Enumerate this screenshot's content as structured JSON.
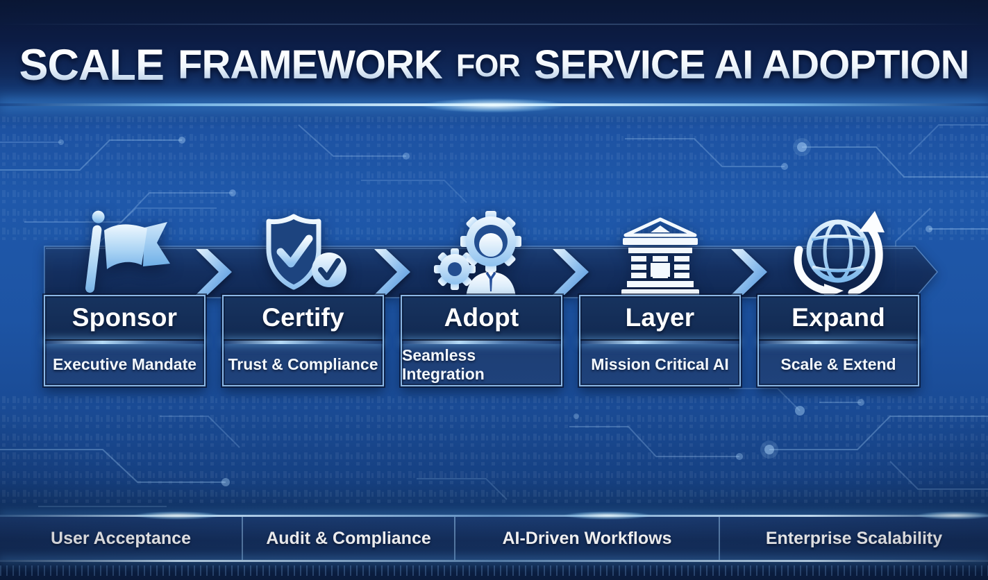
{
  "title": {
    "part1": "SCALE",
    "part2": "FRAMEWORK",
    "part3": "FOR",
    "part4": "SERVICE AI ADOPTION"
  },
  "stages": [
    {
      "name": "Sponsor",
      "subtitle": "Executive Mandate",
      "icon": "flag-icon"
    },
    {
      "name": "Certify",
      "subtitle": "Trust & Compliance",
      "icon": "shield-check-icon"
    },
    {
      "name": "Adopt",
      "subtitle": "Seamless Integration",
      "icon": "person-gears-icon"
    },
    {
      "name": "Layer",
      "subtitle": "Mission Critical AI",
      "icon": "institution-icon"
    },
    {
      "name": "Expand",
      "subtitle": "Scale & Extend",
      "icon": "globe-arrow-icon"
    }
  ],
  "footer": {
    "items": [
      "User Acceptance",
      "Audit & Compliance",
      "AI-Driven Workflows",
      "Enterprise Scalability"
    ]
  },
  "colors": {
    "background_blue": "#1d52a2",
    "panel_navy": "#132c56",
    "glow_cyan": "#bfe8ff",
    "icon_blue": "#a8d2f4",
    "text": "#ffffff"
  }
}
